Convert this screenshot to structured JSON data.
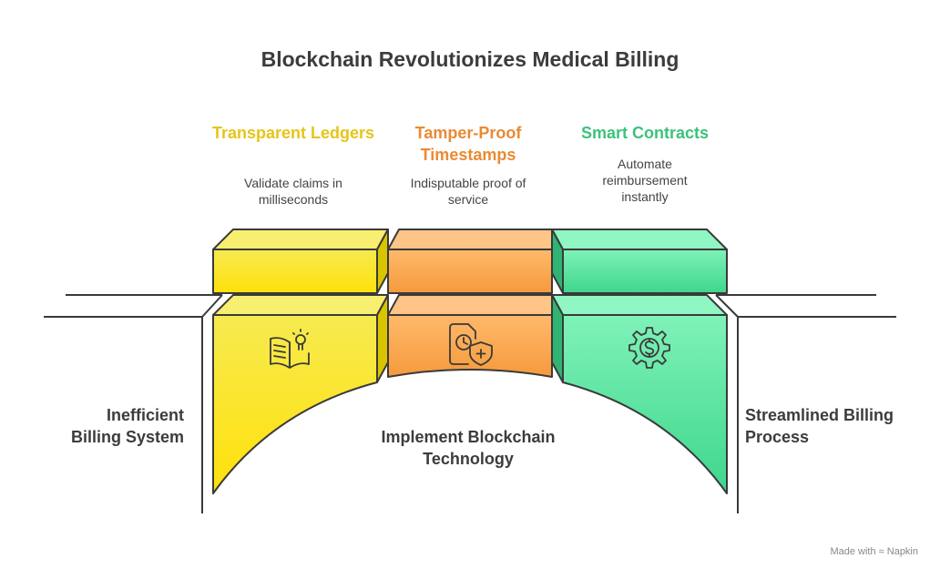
{
  "title": "Blockchain Revolutionizes Medical Billing",
  "columns": [
    {
      "title": "Transparent Ledgers",
      "description": "Validate claims in milliseconds",
      "color": "#f0d000",
      "icon": "book-lightbulb-icon"
    },
    {
      "title": "Tamper-Proof Timestamps",
      "description": "Indisputable proof of service",
      "color": "#f08a30",
      "icon": "document-clock-shield-icon"
    },
    {
      "title": "Smart Contracts",
      "description": "Automate reimbursement instantly",
      "color": "#3ecf86",
      "icon": "gear-dollar-icon"
    }
  ],
  "left_label": "Inefficient Billing System",
  "center_label": "Implement Blockchain Technology",
  "right_label": "Streamlined Billing Process",
  "footer": "Made with ≈ Napkin"
}
